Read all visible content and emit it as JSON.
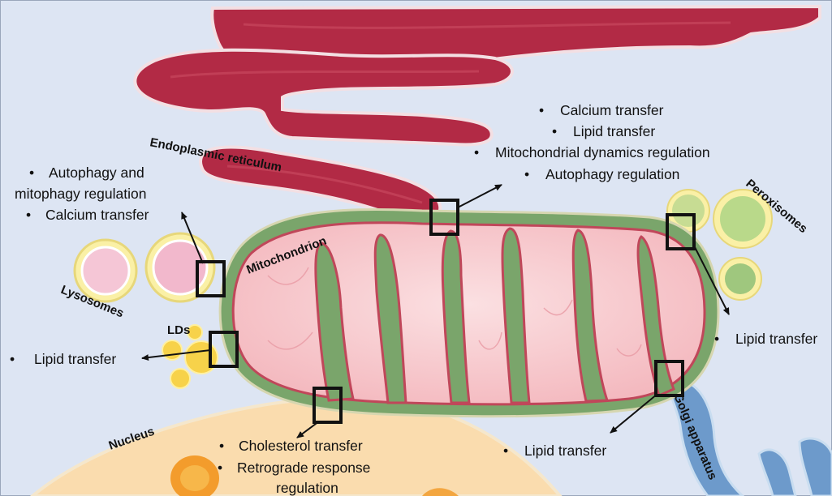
{
  "labels": {
    "er": "Endoplasmic reticulum",
    "mitochondrion": "Mitochondrion",
    "lysosomes": "Lysosomes",
    "lds": "LDs",
    "peroxisomes": "Peroxisomes",
    "golgi": "Golgi apparatus",
    "nucleus": "Nucleus"
  },
  "contacts": {
    "er": [
      "Calcium transfer",
      "Lipid transfer",
      "Mitochondrial dynamics regulation",
      "Autophagy regulation"
    ],
    "lysosome_line1": "Autophagy and",
    "lysosome_line2": "mitophagy regulation",
    "lysosome_line3": "Calcium transfer",
    "ld": "Lipid transfer",
    "peroxisome": "Lipid transfer",
    "golgi": "Lipid transfer",
    "nucleus_line1": "Cholesterol transfer",
    "nucleus_line2": "Retrograde response",
    "nucleus_line3": "regulation"
  },
  "colors": {
    "background": "#dde5f3",
    "er": "#b22a45",
    "mito_outer": "#7aa56b",
    "mito_inner": "#f6c3c8",
    "nucleus": "#fadcae",
    "golgi": "#6d9acb",
    "lipid": "#f7d24a",
    "peroxisome": "#b9d98a",
    "lysosome": "#f2b8cc"
  }
}
